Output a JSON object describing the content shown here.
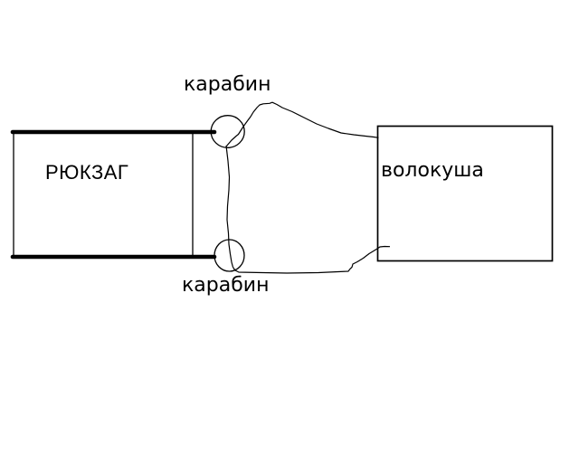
{
  "colors": {
    "background": "#ffffff",
    "ink": "#000000"
  },
  "diagram": {
    "backpack": {
      "label": "РЮКЗАГ"
    },
    "sled": {
      "label": "волокуша"
    },
    "carabiner_top": {
      "label": "карабин"
    },
    "carabiner_bottom": {
      "label": "карабин"
    }
  }
}
